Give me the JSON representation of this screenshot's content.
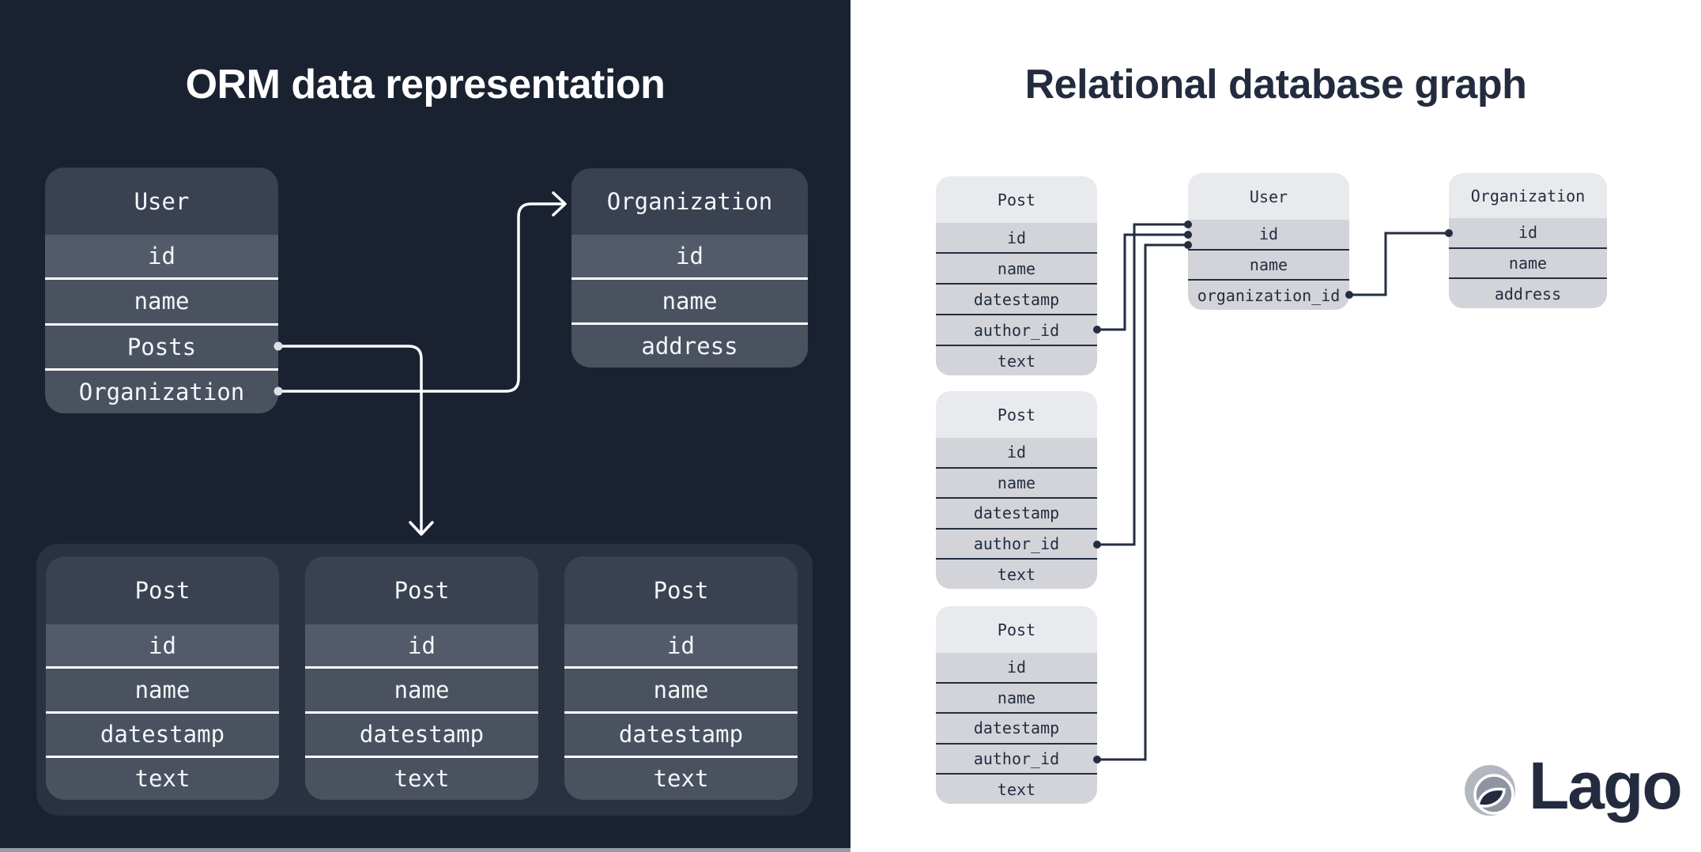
{
  "left_panel": {
    "title": "ORM data representation",
    "user_table": {
      "title": "User",
      "fields": [
        "id",
        "name",
        "Posts",
        "Organization"
      ]
    },
    "organization_table": {
      "title": "Organization",
      "fields": [
        "id",
        "name",
        "address"
      ]
    },
    "post_tables": [
      {
        "title": "Post",
        "fields": [
          "id",
          "name",
          "datestamp",
          "text"
        ]
      },
      {
        "title": "Post",
        "fields": [
          "id",
          "name",
          "datestamp",
          "text"
        ]
      },
      {
        "title": "Post",
        "fields": [
          "id",
          "name",
          "datestamp",
          "text"
        ]
      }
    ],
    "relations": [
      {
        "from": "User.Posts",
        "to": "Post collection"
      },
      {
        "from": "User.Organization",
        "to": "Organization"
      }
    ]
  },
  "right_panel": {
    "title": "Relational database graph",
    "post_tables": [
      {
        "title": "Post",
        "fields": [
          "id",
          "name",
          "datestamp",
          "author_id",
          "text"
        ]
      },
      {
        "title": "Post",
        "fields": [
          "id",
          "name",
          "datestamp",
          "author_id",
          "text"
        ]
      },
      {
        "title": "Post",
        "fields": [
          "id",
          "name",
          "datestamp",
          "author_id",
          "text"
        ]
      }
    ],
    "user_table": {
      "title": "User",
      "fields": [
        "id",
        "name",
        "organization_id"
      ]
    },
    "organization_table": {
      "title": "Organization",
      "fields": [
        "id",
        "name",
        "address"
      ]
    },
    "relations": [
      {
        "from": "Post.author_id",
        "to": "User.id"
      },
      {
        "from": "Post.author_id",
        "to": "User.id"
      },
      {
        "from": "Post.author_id",
        "to": "User.id"
      },
      {
        "from": "User.organization_id",
        "to": "Organization.id"
      }
    ]
  },
  "logo": {
    "text": "Lago",
    "icon": "lago-swirl-icon"
  },
  "colors": {
    "left_bg": "#1a2231",
    "left_container": "#2a3140",
    "left_header": "#3a4150",
    "left_row": "#4a5260",
    "left_row_first": "#535b6a",
    "left_text": "#f5f6f8",
    "connector_light": "#ffffff",
    "connector_light_dot": "#dde0e4",
    "right_bg": "#ffffff",
    "right_header": "#e9eaed",
    "right_row": "#d2d4d9",
    "right_text": "#242e40",
    "connector_dark": "#242e40",
    "title_dark": "#232c3e"
  }
}
